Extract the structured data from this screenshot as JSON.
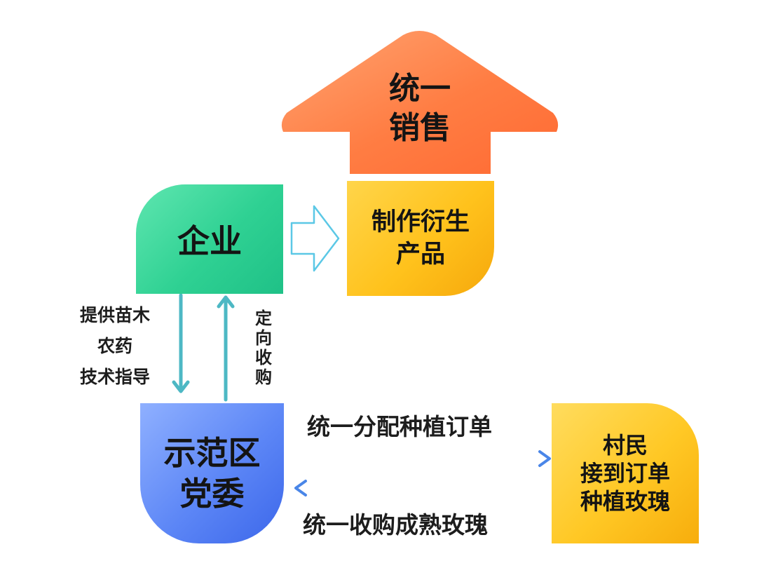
{
  "sales_arrow": {
    "lines": [
      "统一",
      "销售"
    ],
    "color": "#ff7d43"
  },
  "enterprise": {
    "lines": [
      "企业"
    ],
    "color": "#2fd193"
  },
  "product": {
    "lines": [
      "制作衍生",
      "产品"
    ],
    "color": "#ffc21c"
  },
  "committee": {
    "lines": [
      "示范区",
      "党委"
    ],
    "color": "#5c86f6"
  },
  "villagers": {
    "lines": [
      "村民",
      "接到订单",
      "种植玫瑰"
    ],
    "color": "#ffc825"
  },
  "supply_label": {
    "lines": [
      "提供苗木",
      "农药",
      "技术指导"
    ]
  },
  "purchase_label": {
    "chars": [
      "定",
      "向",
      "收",
      "购"
    ]
  },
  "orders_label": "统一分配种植订单",
  "buy_label": "统一收购成熟玫瑰",
  "colors": {
    "vertical_arrows": "#4db8c4",
    "hollow_arrow": "#5bc8e6",
    "flow_start": "#3ecf9a",
    "flow_end": "#4a86e8"
  }
}
